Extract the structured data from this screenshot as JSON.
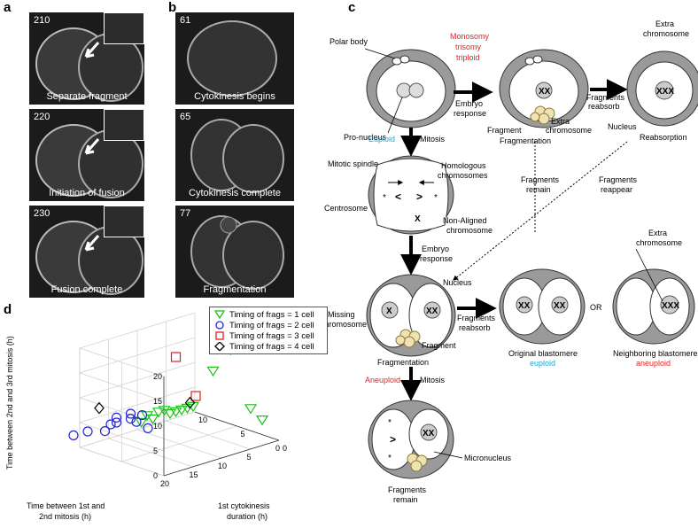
{
  "panels": {
    "a": "a",
    "b": "b",
    "c": "c",
    "d": "d"
  },
  "micro_a": [
    {
      "frame": "210",
      "caption": "Separate fragment"
    },
    {
      "frame": "220",
      "caption": "Initiation of fusion"
    },
    {
      "frame": "230",
      "caption": "Fusion complete"
    }
  ],
  "micro_b": [
    {
      "frame": "61",
      "caption": "Cytokinesis begins"
    },
    {
      "frame": "65",
      "caption": "Cytokinesis complete"
    },
    {
      "frame": "77",
      "caption": "Fragmentation"
    }
  ],
  "diagram": {
    "polar_body": "Polar body",
    "pro_nucleus": "Pro-nucleus",
    "monosomy": "Monosomy",
    "trisomy": "trisomy",
    "triploid": "triploid",
    "embryo": "Embryo",
    "response": "response",
    "extra": "Extra",
    "chromosome": "chromosome",
    "fragments": "Fragments",
    "reabsorb": "reabsorb",
    "fragment": "Fragment",
    "fragmentation": "Fragmentation",
    "nucleus": "Nucleus",
    "reabsorption": "Reabsorption",
    "euploid_cap": "Euploid",
    "mitosis": "Mitosis",
    "mitotic_spindle": "Mitotic spindle",
    "homologous": "Homologous",
    "chromosomes": "chromosomes",
    "remain": "remain",
    "reappear": "reappear",
    "centrosome": "Centrosome",
    "non_aligned": "Non-Aligned",
    "missing": "Missing",
    "or": "OR",
    "original_blastomere": "Original blastomere",
    "neighboring_blastomere": "Neighboring blastomere",
    "euploid": "euploid",
    "aneuploid": "aneuploid",
    "aneuploid_cap": "Aneuploid",
    "micronucleus": "Micronucleus",
    "colors": {
      "red": "#e0242a",
      "blue": "#20a6d8",
      "cell_gray": "#9a9a9a",
      "fragment": "#f0e3b0"
    }
  },
  "chart_data": {
    "type": "scatter",
    "xlabel": "Time between 1st and 2nd mitosis (h)",
    "ylabel": "1st cytokinesis duration (h)",
    "zlabel": "Time between 2nd and 3rd mitosis (h)",
    "xticks": [
      "0",
      "5",
      "10",
      "15",
      "20"
    ],
    "yticks": [
      "0",
      "5",
      "10"
    ],
    "zticks": [
      "0",
      "5",
      "10",
      "15",
      "20"
    ],
    "xlim": [
      0,
      20
    ],
    "ylim": [
      0,
      10
    ],
    "zlim": [
      0,
      20
    ],
    "grid": true,
    "legend_position": "top-right",
    "series": [
      {
        "name": "Timing of frags = 1 cell",
        "marker": "triangle-down",
        "color": "#1bc21b",
        "points": [
          [
            0,
            2,
            3
          ],
          [
            2,
            2,
            6
          ],
          [
            4,
            3,
            18
          ],
          [
            10,
            1,
            17
          ],
          [
            12,
            2,
            10
          ],
          [
            13,
            2,
            10
          ],
          [
            14,
            2,
            10
          ],
          [
            15,
            2,
            10
          ],
          [
            16,
            2,
            10
          ],
          [
            17,
            2,
            11
          ],
          [
            18,
            2,
            11
          ],
          [
            19,
            2,
            10
          ],
          [
            20,
            2,
            11
          ],
          [
            21,
            2,
            10
          ]
        ]
      },
      {
        "name": "Timing of frags = 2 cell",
        "marker": "circle",
        "color": "#2323d6",
        "points": [
          [
            14,
            6,
            4
          ],
          [
            15,
            6,
            7
          ],
          [
            16,
            6,
            6
          ],
          [
            17,
            6,
            7
          ],
          [
            17,
            6,
            8
          ],
          [
            18,
            7,
            6
          ],
          [
            18,
            7,
            7
          ],
          [
            19,
            7,
            6
          ],
          [
            20,
            7,
            5
          ],
          [
            23,
            7,
            6
          ],
          [
            24,
            8,
            5
          ]
        ]
      },
      {
        "name": "Timing of frags = 3 cell",
        "marker": "square",
        "color": "#e02020",
        "points": [
          [
            13,
            1,
            13
          ],
          [
            15,
            2,
            21
          ]
        ]
      },
      {
        "name": "Timing of frags = 4 cell",
        "marker": "diamond",
        "color": "#000000",
        "points": [
          [
            14,
            1,
            12
          ],
          [
            21,
            7,
            10
          ]
        ]
      }
    ]
  }
}
